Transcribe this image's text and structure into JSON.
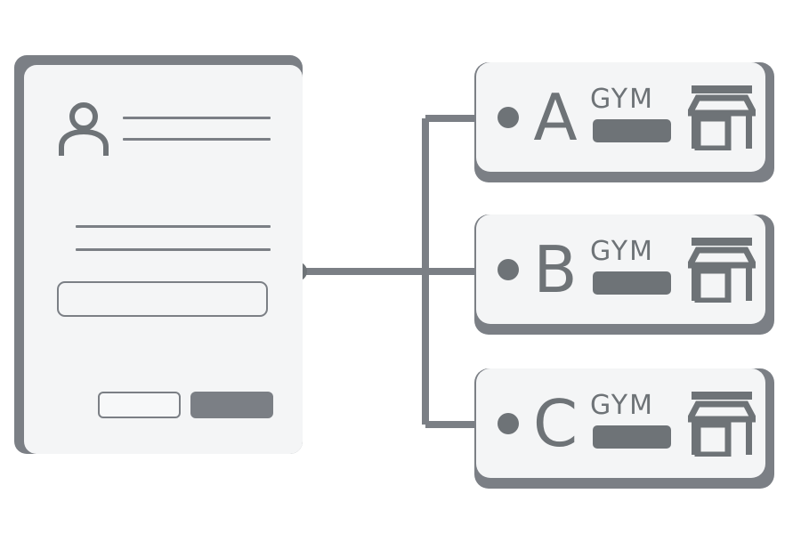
{
  "diagram": {
    "title": "Member application routed to gym branches",
    "colors": {
      "card_fill": "#f4f5f6",
      "shadow": "#7b7f85",
      "ink": "#6e7377",
      "background": "#ffffff"
    }
  },
  "document_card": {
    "name": "application-form",
    "person_icon": "person-icon",
    "text_lines": [
      "header-line-1",
      "header-line-2",
      "body-line-1",
      "body-line-2"
    ],
    "input_field": {
      "name": "form-text-input",
      "value": "",
      "placeholder": ""
    },
    "buttons": {
      "secondary_label": "",
      "primary_label": ""
    },
    "output_node": "document-output-dot"
  },
  "connectors": {
    "trunk_label": "routing-trunk",
    "branch_count": 3,
    "stroke_color": "#7b7f85",
    "stroke_width": 8
  },
  "gym_cards": [
    {
      "id": "gym-a",
      "letter": "A",
      "word": "GYM",
      "bar": "name-placeholder-bar",
      "icon": "storefront-icon",
      "node": "input-dot"
    },
    {
      "id": "gym-b",
      "letter": "B",
      "word": "GYM",
      "bar": "name-placeholder-bar",
      "icon": "storefront-icon",
      "node": "input-dot"
    },
    {
      "id": "gym-c",
      "letter": "C",
      "word": "GYM",
      "bar": "name-placeholder-bar",
      "icon": "storefront-icon",
      "node": "input-dot"
    }
  ]
}
